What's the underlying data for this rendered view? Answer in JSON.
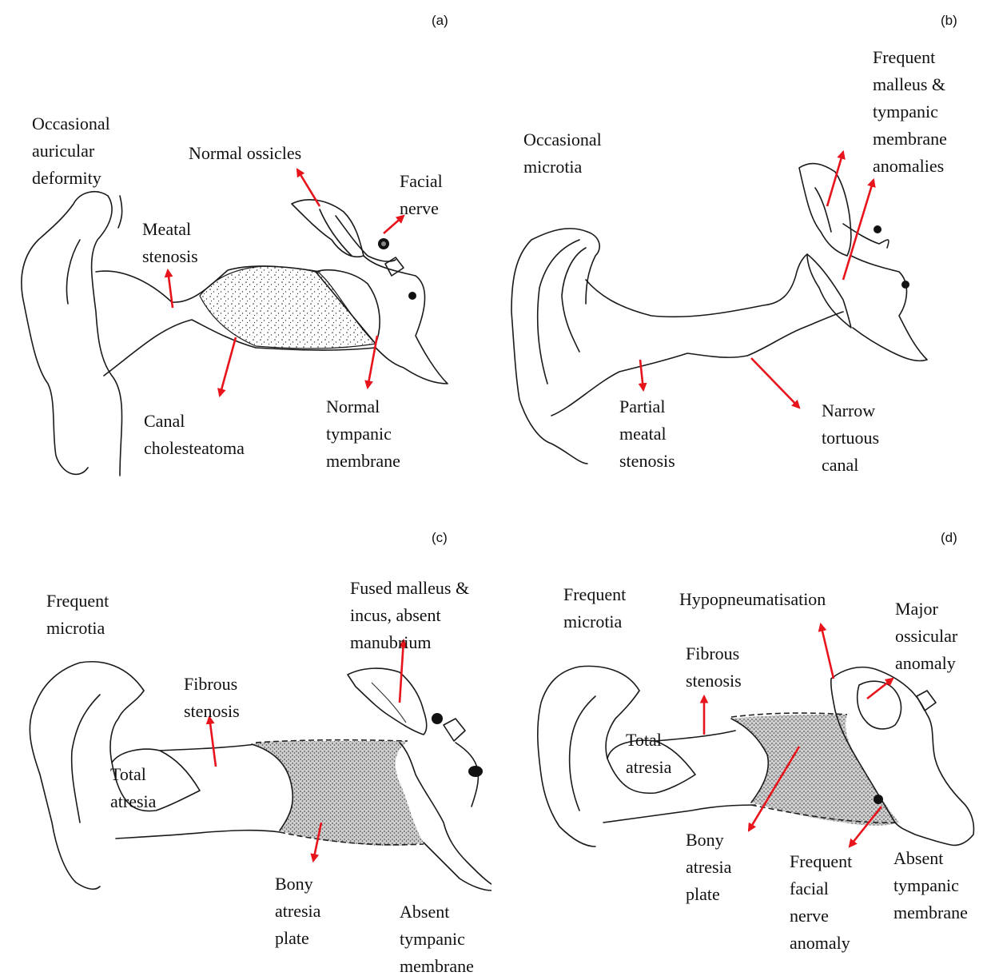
{
  "panels": {
    "a": {
      "label": "(a)",
      "labels": {
        "auricular": [
          "Occasional",
          "auricular",
          "deformity"
        ],
        "ossicles": [
          "Normal  ossicles"
        ],
        "facial": [
          "Facial",
          "nerve"
        ],
        "meatal": [
          "Meatal",
          "stenosis"
        ],
        "cholesteatoma": [
          "Canal",
          "cholesteatoma"
        ],
        "tympanic": [
          "Normal",
          "tympanic",
          "membrane"
        ]
      }
    },
    "b": {
      "label": "(b)",
      "labels": {
        "microtia": [
          "Occasional",
          "microtia"
        ],
        "malleus": [
          "Frequent",
          "malleus  &",
          "tympanic",
          "membrane",
          "anomalies"
        ],
        "partial": [
          "Partial",
          "meatal",
          "stenosis"
        ],
        "tortuous": [
          "Narrow",
          "tortuous",
          "canal"
        ]
      }
    },
    "c": {
      "label": "(c)",
      "labels": {
        "microtia": [
          "Frequent",
          "microtia"
        ],
        "fused": [
          "Fused malleus  &",
          "incus,  absent",
          "manubrium"
        ],
        "fibrous": [
          "Fibrous",
          "stenosis"
        ],
        "total": [
          "Total",
          "atresia"
        ],
        "bony": [
          "Bony",
          "atresia",
          "plate"
        ],
        "tympanic": [
          "Absent",
          "tympanic",
          "membrane"
        ]
      }
    },
    "d": {
      "label": "(d)",
      "labels": {
        "microtia": [
          "Frequent",
          "microtia"
        ],
        "hypo": [
          "Hypopneumatisation"
        ],
        "ossicular": [
          "Major",
          "ossicular",
          "anomaly"
        ],
        "fibrous": [
          "Fibrous",
          "stenosis"
        ],
        "total": [
          "Total",
          "atresia"
        ],
        "bony": [
          "Bony",
          "atresia",
          "plate"
        ],
        "facial": [
          "Frequent",
          "facial",
          "nerve",
          "anomaly"
        ],
        "tympanic": [
          "Absent",
          "tympanic",
          "membrane"
        ]
      }
    }
  },
  "colors": {
    "arrow": "#e8141b",
    "ink": "#1a1a1a"
  }
}
